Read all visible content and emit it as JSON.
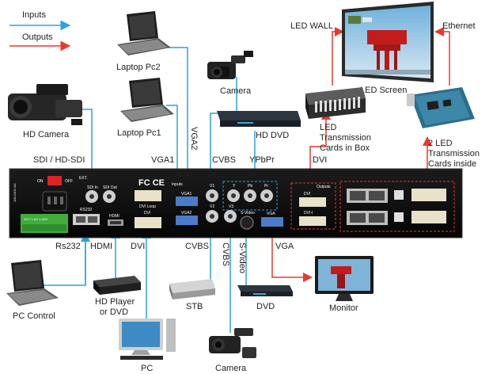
{
  "legend": {
    "inputs": "Inputs",
    "outputs": "Outputs",
    "input_color": "#29a3dc",
    "output_color": "#e8392e"
  },
  "devices": {
    "led_wall": "LED WALL",
    "ethernet": "Ethernet",
    "led_screen": "LED Screen",
    "laptop_pc2": "Laptop Pc2",
    "camera_top": "Camera",
    "hd_camera": "HD Camera",
    "laptop_pc1": "Laptop Pc1",
    "hd_dvd": "HD DVD",
    "led_box_line1": "LED",
    "led_box_line2": "Transmission",
    "led_box_line3": "Cards in Box",
    "led_inside_line1": "2 LED",
    "led_inside_line2": "Transmission",
    "led_inside_line3": "Cards inside",
    "pc_control": "PC Control",
    "hd_player_line1": "HD Player",
    "hd_player_line2": "or DVD",
    "stb": "STB",
    "dvd": "DVD",
    "monitor": "Monitor",
    "pc": "PC",
    "camera_bottom": "Camera"
  },
  "signals": {
    "sdi": "SDI / HD-SDI",
    "vga1": "VGA1",
    "vga2": "VGA2",
    "cvbs_top": "CVBS",
    "ypbpr": "YPbPr",
    "dvi_top": "DVI",
    "rs232": "Rs232",
    "hdmi": "HDMI",
    "dvi_bottom": "DVI",
    "cvbs_bottom": "CVBS",
    "cvbs_vertical": "CVBS",
    "svideo": "S-Video",
    "vga_out": "VGA"
  },
  "panel": {
    "on": "ON",
    "off": "OFF",
    "ext": "EXT.",
    "sdi_in": "SDI In",
    "sdi_out": "SDI Out",
    "fcc": "FC CE",
    "dvi_loop": "DVI Loop",
    "inputs": "Inputs",
    "outputs": "Outputs",
    "vga1": "VGA1",
    "vga2": "VGA2",
    "v1": "V1",
    "v2": "V2",
    "y": "Y",
    "pb": "Pb",
    "pr": "Pr",
    "v3": "V3",
    "svideo": "S-Video",
    "hdmi": "HDMI",
    "dvi": "DVI",
    "vga": "VGA",
    "rs232": "RS232",
    "dvi_out": "DVI",
    "dvi_i": "DVI-I",
    "power": "100-240V AC",
    "aux": "OUT 1 AD 1 AD2"
  }
}
